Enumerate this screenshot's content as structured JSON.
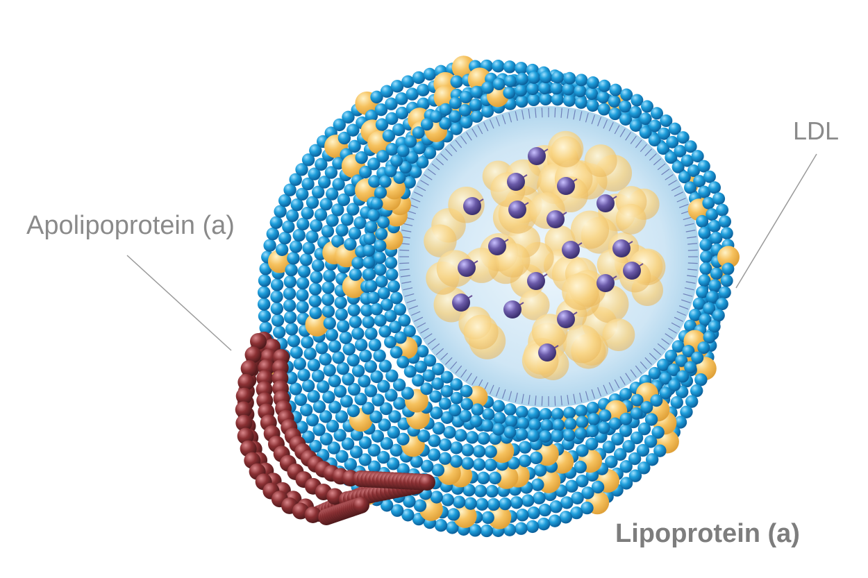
{
  "labels": {
    "apolipoprotein": "Apolipoprotein (a)",
    "ldl": "LDL",
    "title": "Lipoprotein (a)"
  },
  "colors": {
    "phospholipid_head": "#1e9fdc",
    "phospholipid_head_dark": "#0b5f9a",
    "cholesterol": "#f6c25f",
    "core_fill": "#cfe6f5",
    "cholesteryl_ester": "#6a5aa8",
    "apolipoprotein_chain": "#8a3033",
    "label_text": "#8a8a8a",
    "leader_line": "#9a9a9a"
  },
  "icons": {
    "phospholipid": "sphere-blue-icon",
    "cholesterol": "sphere-yellow-icon",
    "cholesteryl_ester": "sphere-purple-icon",
    "apolipoprotein": "bead-chain-icon"
  }
}
